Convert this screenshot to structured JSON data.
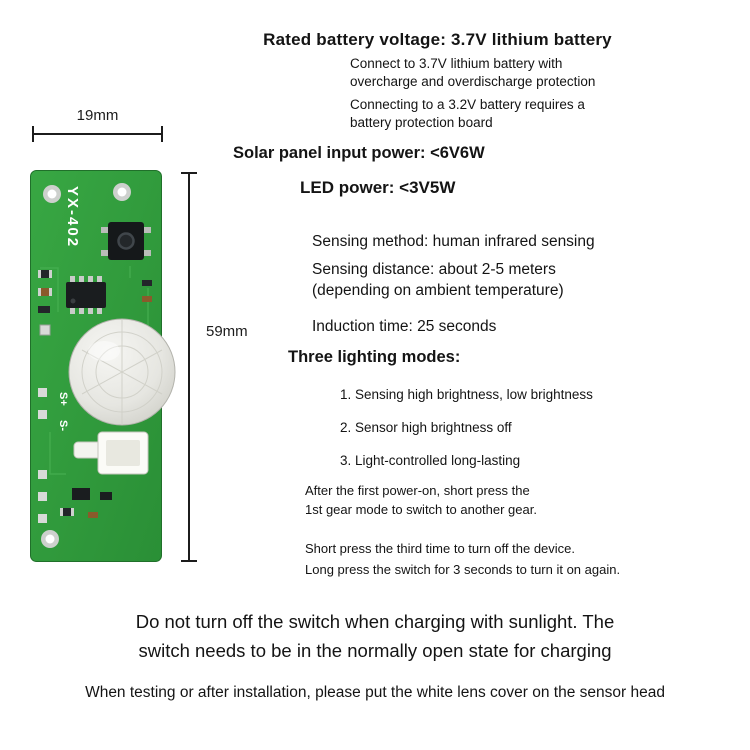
{
  "dimensions": {
    "width_label": "19mm",
    "height_label": "59mm"
  },
  "pcb": {
    "model": "YX-402",
    "terminal_plus": "S+",
    "terminal_minus": "S-"
  },
  "specs": {
    "battery_title": "Rated battery voltage: 3.7V lithium battery",
    "battery_note1": "Connect to 3.7V lithium battery with\novercharge and overdischarge protection",
    "battery_note2": "Connecting to a 3.2V battery requires a\nbattery protection board",
    "solar": "Solar panel input power: <6V6W",
    "led": "LED power: <3V5W",
    "sensing_method": "Sensing method: human infrared sensing",
    "sensing_distance": "Sensing distance: about 2-5 meters\n(depending on ambient temperature)",
    "induction": "Induction time: 25 seconds",
    "modes_title": "Three lighting modes:",
    "modes": [
      "1. Sensing high brightness, low brightness",
      "2. Sensor high brightness off",
      "3. Light-controlled long-lasting"
    ],
    "note_power": "After the first power-on, short press the\n1st gear mode to switch to another gear.",
    "note_off": "Short press the third time to turn off the device.\nLong press the switch for 3 seconds to turn it on again."
  },
  "footer": {
    "warning": "Do not turn off the switch when charging with sunlight. The\nswitch needs to be in the normally open state for charging",
    "tip": "When testing or after installation, please put the white lens cover on the sensor head"
  },
  "colors": {
    "board_green": "#2f9e44",
    "text": "#141414"
  }
}
